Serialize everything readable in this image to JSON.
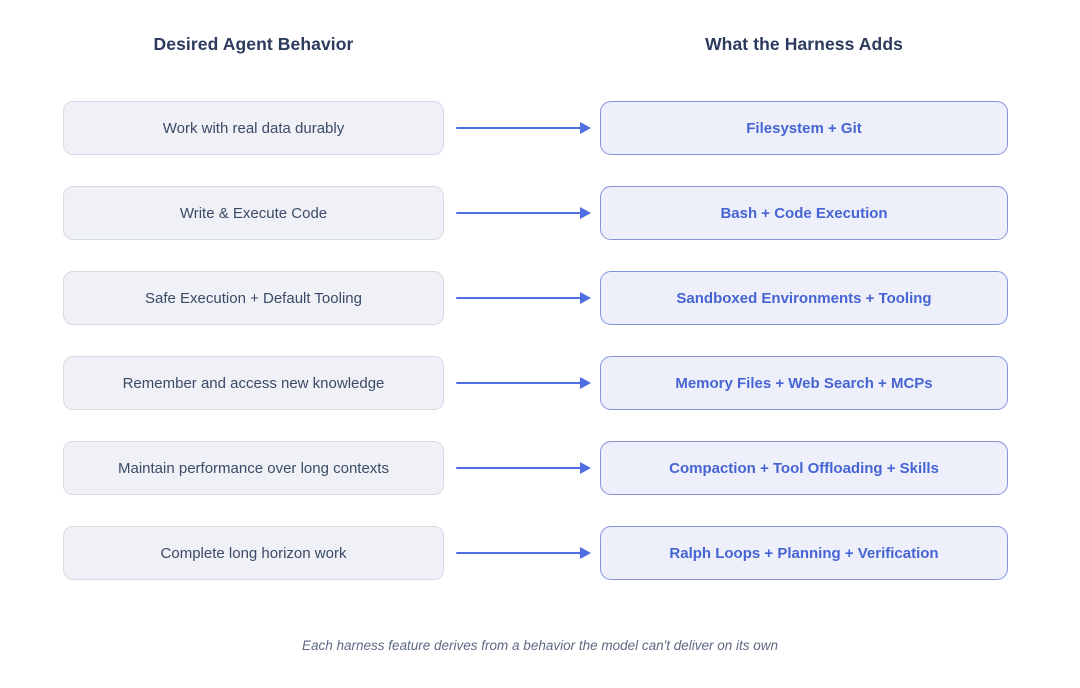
{
  "headers": {
    "left": "Desired Agent Behavior",
    "right": "What the Harness Adds"
  },
  "rows": [
    {
      "behavior": "Work with real data durably",
      "harness": "Filesystem + Git"
    },
    {
      "behavior": "Write & Execute Code",
      "harness": "Bash + Code Execution"
    },
    {
      "behavior": "Safe Execution + Default Tooling",
      "harness": "Sandboxed Environments + Tooling"
    },
    {
      "behavior": "Remember and access new knowledge",
      "harness": "Memory Files + Web Search + MCPs"
    },
    {
      "behavior": "Maintain performance over long contexts",
      "harness": "Compaction + Tool Offloading + Skills"
    },
    {
      "behavior": "Complete long horizon work",
      "harness": "Ralph Loops + Planning + Verification"
    }
  ],
  "footer_caption": "Each harness feature derives from a behavior the model can't deliver on its own",
  "icons": {
    "connector": "arrow-right-icon"
  },
  "colors": {
    "background": "#ffffff",
    "header_text": "#2d3b5e",
    "behavior_bg": "#eff1f6",
    "behavior_border": "#d7dbe4",
    "behavior_text": "#3b4a66",
    "harness_bg": "#edf0fb",
    "harness_border": "#8593dd",
    "harness_text": "#4764d3",
    "accent_blue": "#4f6ee3",
    "footer_text": "#5d6a83"
  }
}
